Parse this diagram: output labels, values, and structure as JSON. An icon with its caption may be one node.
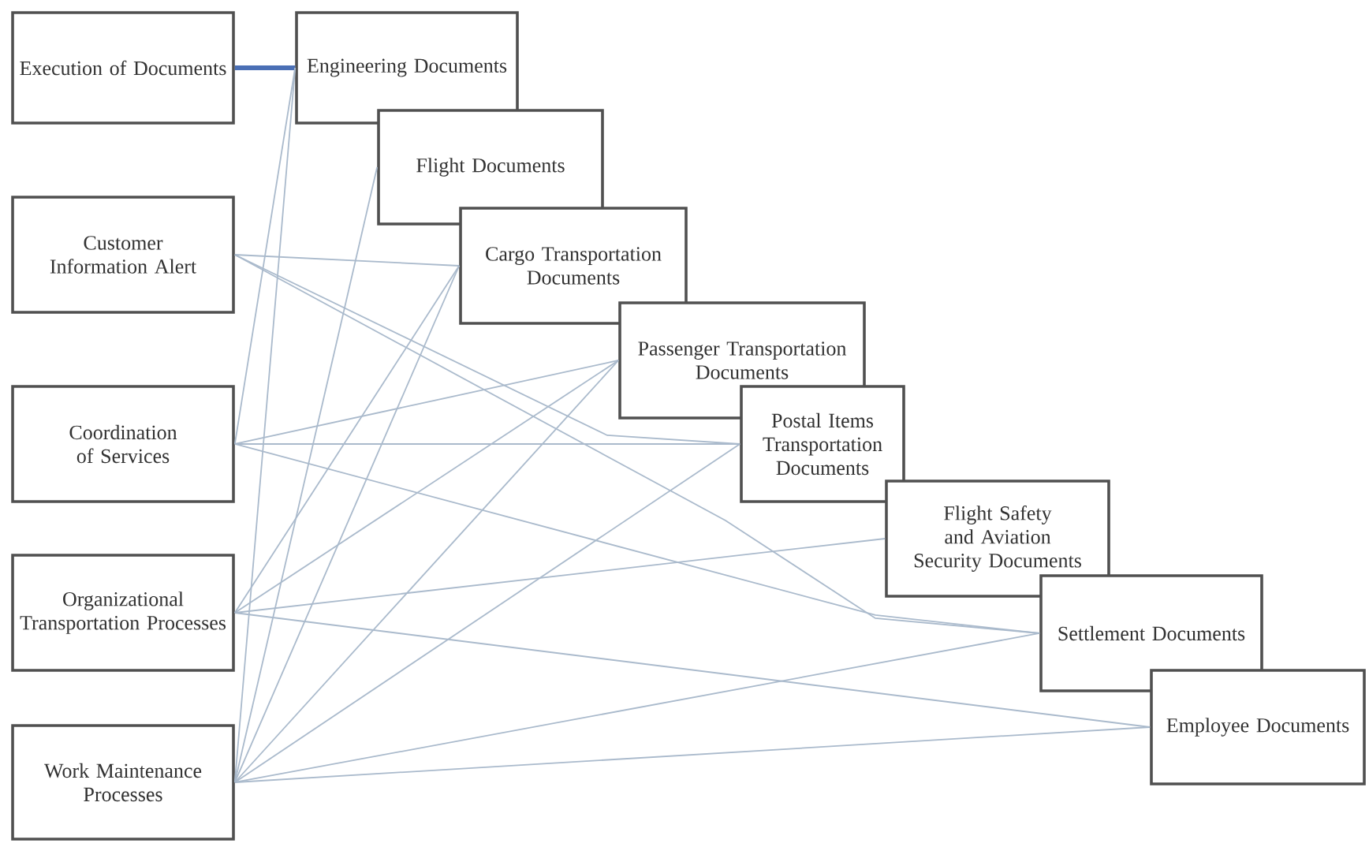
{
  "diagram": {
    "nodes": [
      {
        "text": [
          "Execution of Documents"
        ]
      },
      {
        "text": [
          "Customer Information Alert"
        ]
      },
      {
        "text": [
          "Coordination of Services"
        ]
      },
      {
        "text": [
          "Organizational Transportation Processes"
        ]
      },
      {
        "text": [
          "Work Maintenance Processes"
        ]
      },
      {
        "text": [
          "Engineering Documents"
        ]
      },
      {
        "text": [
          "Flight Documents"
        ]
      },
      {
        "text": [
          "Cargo Transportation Documents"
        ]
      },
      {
        "text": [
          "Passenger Transportation Documents"
        ]
      },
      {
        "text": [
          "Postal Items Transportation Documents"
        ]
      },
      {
        "text": [
          "Flight Safety and Aviation Security Documents"
        ]
      },
      {
        "text": [
          "Settlement Documents"
        ]
      },
      {
        "text": [
          "Employee Documents"
        ]
      }
    ],
    "edges": [
      {
        "from": 0,
        "to": 5,
        "arrow": "none",
        "style": "thick",
        "color": "#4a6fb5"
      },
      {
        "from": 1,
        "to": 7,
        "arrow": "none"
      },
      {
        "from": 1,
        "to": 9,
        "arrow": "none"
      },
      {
        "from": 1,
        "to": 11,
        "arrow": "none"
      },
      {
        "from": 2,
        "to": 5,
        "arrow": "none"
      },
      {
        "from": 2,
        "to": 8,
        "arrow": "none"
      },
      {
        "from": 2,
        "to": 9,
        "arrow": "none"
      },
      {
        "from": 2,
        "to": 11,
        "arrow": "none"
      },
      {
        "from": 3,
        "to": 7,
        "arrow": "none"
      },
      {
        "from": 3,
        "to": 8,
        "arrow": "none"
      },
      {
        "from": 3,
        "to": 10,
        "arrow": "none"
      },
      {
        "from": 3,
        "to": 12,
        "arrow": "none"
      },
      {
        "from": 4,
        "to": 5,
        "arrow": "none"
      },
      {
        "from": 4,
        "to": 6,
        "arrow": "none"
      },
      {
        "from": 4,
        "to": 7,
        "arrow": "none"
      },
      {
        "from": 4,
        "to": 8,
        "arrow": "none"
      },
      {
        "from": 4,
        "to": 9,
        "arrow": "none"
      },
      {
        "from": 4,
        "to": 11,
        "arrow": "none"
      },
      {
        "from": 4,
        "to": 12,
        "arrow": "none"
      }
    ]
  }
}
